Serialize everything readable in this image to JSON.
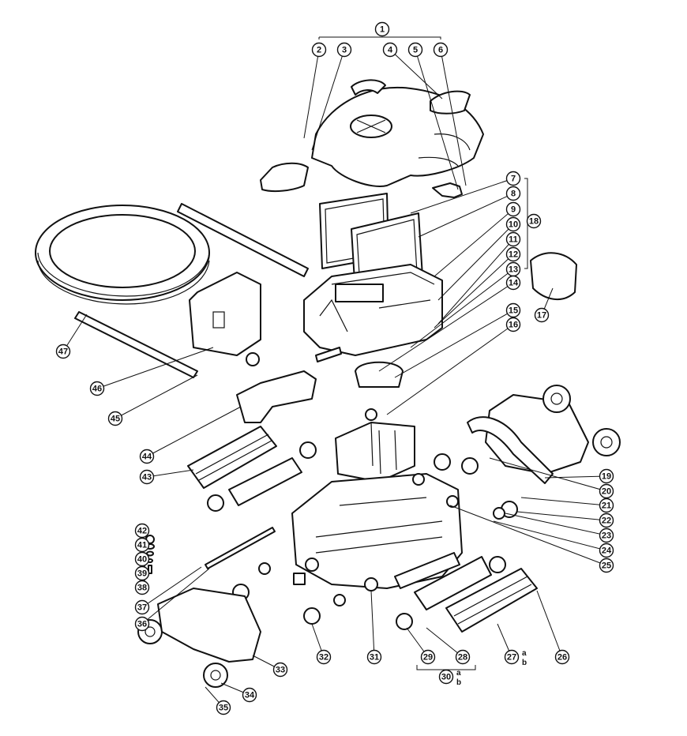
{
  "diagram": {
    "title": "Robotic pool cleaner exploded parts diagram",
    "callouts": [
      "1",
      "2",
      "3",
      "4",
      "5",
      "6",
      "7",
      "8",
      "9",
      "10",
      "11",
      "12",
      "13",
      "14",
      "15",
      "16",
      "17",
      "18",
      "19",
      "20",
      "21",
      "22",
      "23",
      "24",
      "25",
      "26",
      "27",
      "28",
      "29",
      "30",
      "31",
      "32",
      "33",
      "34",
      "35",
      "36",
      "37",
      "38",
      "39",
      "40",
      "41",
      "42",
      "43",
      "44",
      "45",
      "46",
      "47"
    ],
    "sub_labels": {
      "27": [
        "a",
        "b"
      ],
      "30": [
        "a",
        "b"
      ]
    }
  }
}
